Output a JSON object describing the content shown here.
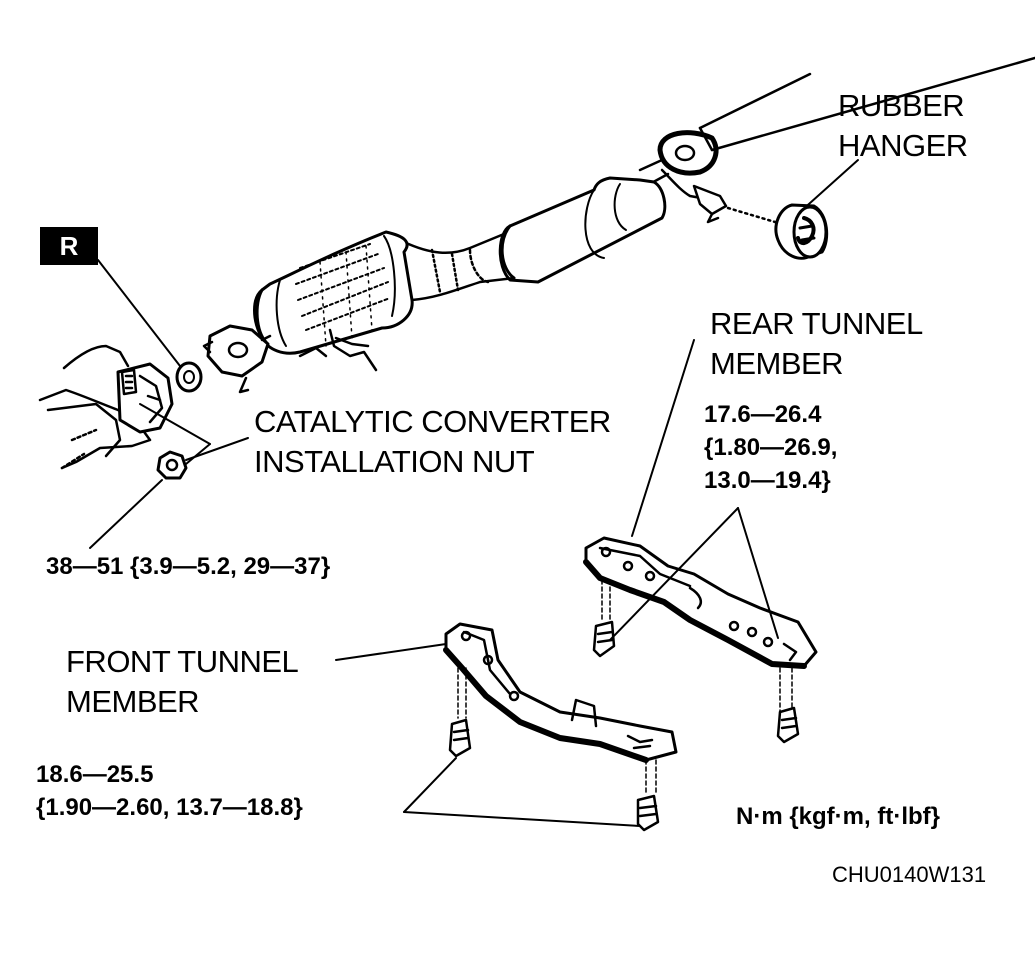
{
  "labels": {
    "rubber_hanger": [
      "RUBBER",
      "HANGER"
    ],
    "rear_tunnel_member": [
      "REAR TUNNEL",
      "MEMBER"
    ],
    "rear_torque": [
      "17.6—26.4",
      "{1.80—26.9,",
      "13.0—19.4}"
    ],
    "catalytic_nut": [
      "CATALYTIC CONVERTER",
      "INSTALLATION NUT"
    ],
    "nut_torque": "38—51 {3.9—5.2, 29—37}",
    "front_tunnel_member": [
      "FRONT TUNNEL",
      "MEMBER"
    ],
    "front_torque": [
      "18.6—25.5",
      "{1.90—2.60, 13.7—18.8}"
    ],
    "units": "N·m {kgf·m, ft·lbf}",
    "figure_code": "CHU0140W131",
    "replace_badge": "R"
  },
  "colors": {
    "ink": "#000000",
    "paper": "#ffffff"
  }
}
